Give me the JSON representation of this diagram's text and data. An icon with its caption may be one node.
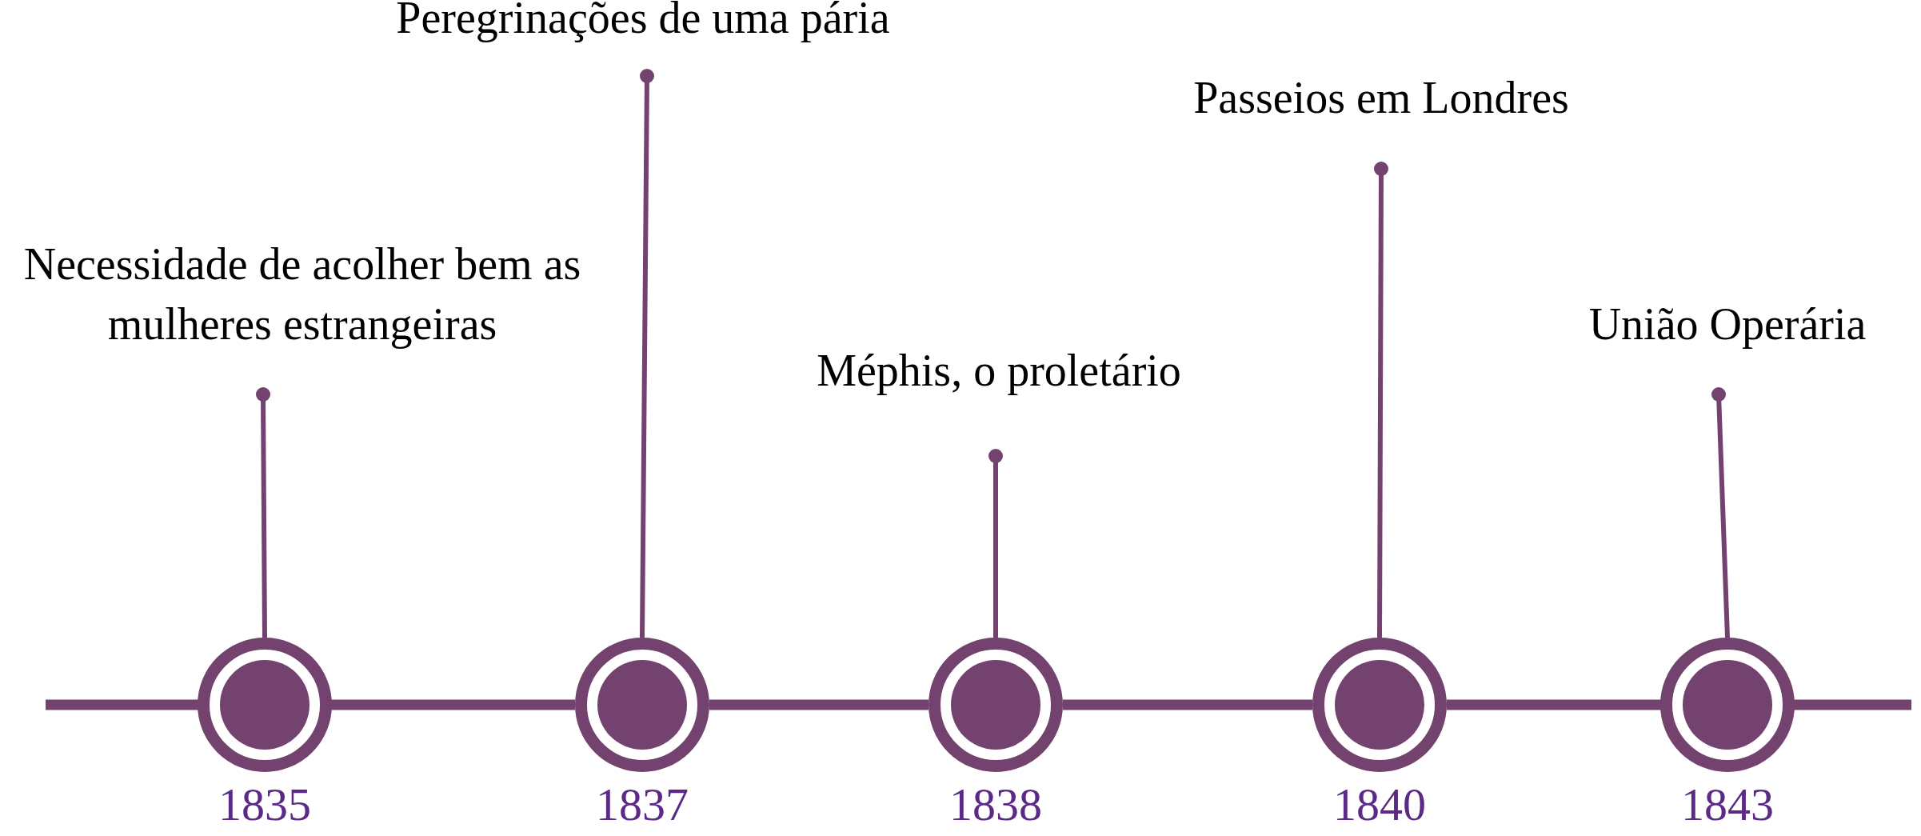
{
  "diagram": {
    "nodes": [
      {
        "text": [
          "Necessidade de acolher bem as mulheres estrangeiras"
        ]
      },
      {
        "text": [
          "Peregrinações de uma pária"
        ]
      },
      {
        "text": [
          "Méphis, o proletário"
        ]
      },
      {
        "text": [
          "Passeios em Londres"
        ]
      },
      {
        "text": [
          "União Operária"
        ]
      },
      {
        "text": [],
        "shape": "circle",
        "beside": [
          "1835"
        ]
      },
      {
        "text": [],
        "shape": "circle",
        "beside": [
          "1837"
        ]
      },
      {
        "text": [],
        "shape": "circle",
        "beside": [
          "1838"
        ]
      },
      {
        "text": [],
        "shape": "circle",
        "beside": [
          "1840"
        ]
      },
      {
        "text": [],
        "shape": "circle",
        "beside": [
          "1843"
        ]
      }
    ],
    "edges": [
      {
        "from": 0,
        "to": 5,
        "arrow": "other"
      },
      {
        "from": 1,
        "to": 6,
        "arrow": "other"
      },
      {
        "from": 2,
        "to": 7,
        "arrow": "other"
      },
      {
        "from": 3,
        "to": 8,
        "arrow": "other"
      },
      {
        "from": 4,
        "to": 9,
        "arrow": "other"
      },
      {
        "from": null,
        "to": 5,
        "arrow": "none"
      },
      {
        "from": 5,
        "to": 6,
        "arrow": "none"
      },
      {
        "from": 6,
        "to": 7,
        "arrow": "none"
      },
      {
        "from": 7,
        "to": 8,
        "arrow": "none"
      },
      {
        "from": 8,
        "to": 9,
        "arrow": "none"
      },
      {
        "from": 9,
        "to": null,
        "arrow": "none"
      }
    ]
  }
}
